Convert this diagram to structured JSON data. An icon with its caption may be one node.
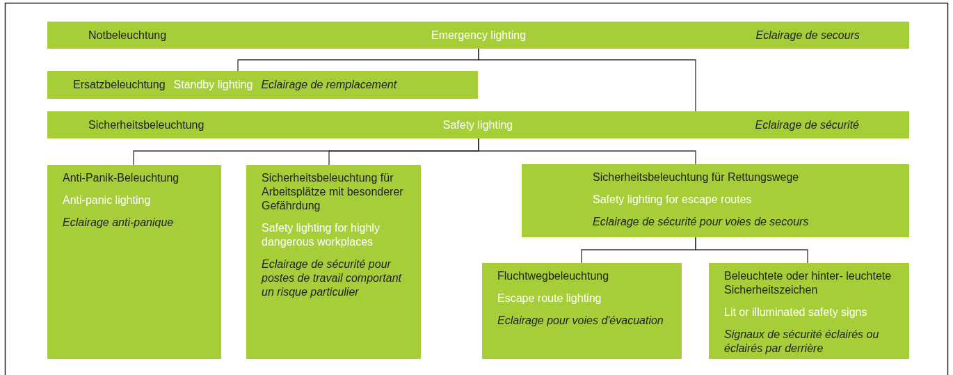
{
  "diagram": {
    "nodes": [
      {
        "text": [
          "Notbeleuchtung",
          "Emergency lighting",
          "Eclairage de secours"
        ]
      },
      {
        "text": [
          "Ersatzbeleuchtung",
          "Standby lighting",
          "Eclairage de remplacement"
        ]
      },
      {
        "text": [
          "Sicherheitsbeleuchtung",
          "Safety lighting",
          "Eclairage de sécurité"
        ]
      },
      {
        "text": [
          "Anti-Panik-Beleuchtung",
          "Anti-panic lighting",
          "Eclairage anti-panique"
        ]
      },
      {
        "text": [
          "Sicherheitsbeleuchtung für Arbeitsplätze mit besonderer Gefährdung",
          "Safety lighting for highly dangerous workplaces",
          "Eclairage de sécurité pour postes de travail comportant un risque particulier"
        ]
      },
      {
        "text": [
          "Sicherheitsbeleuchtung für Rettungswege",
          "Safety lighting for escape routes",
          "Eclairage de sécurité pour voies de secours"
        ]
      },
      {
        "text": [
          "Fluchtwegbeleuchtung",
          "Escape route lighting",
          "Eclairage pour voies d'évacuation"
        ]
      },
      {
        "text": [
          "Beleuchtete oder hinter- leuchtete Sicherheitszeichen",
          "Lit or illuminated safety signs",
          "Signaux de sécurité éclairés ou éclairés par derrière"
        ]
      }
    ],
    "edges": [
      {
        "from": 0,
        "to": 1,
        "arrow": "none"
      },
      {
        "from": 0,
        "to": 2,
        "arrow": "none"
      },
      {
        "from": 2,
        "to": 3,
        "arrow": "none"
      },
      {
        "from": 2,
        "to": 4,
        "arrow": "none"
      },
      {
        "from": 2,
        "to": 5,
        "arrow": "none"
      },
      {
        "from": 5,
        "to": 6,
        "arrow": "none"
      },
      {
        "from": 5,
        "to": 7,
        "arrow": "none"
      }
    ]
  }
}
